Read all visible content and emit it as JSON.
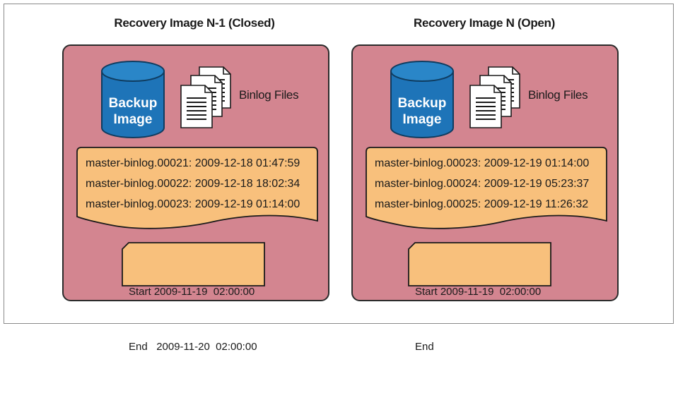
{
  "panels": [
    {
      "title": "Recovery Image N-1 (Closed)",
      "image_label_line1": "Backup",
      "image_label_line2": "Image",
      "binlog_label": "Binlog Files",
      "binlog_entries": [
        "master-binlog.00021: 2009-12-18 01:47:59",
        "master-binlog.00022: 2009-12-18 18:02:34",
        "master-binlog.00023: 2009-12-19 01:14:00"
      ],
      "start_line": "Start 2009-11-19  02:00:00",
      "end_line": "End   2009-11-20  02:00:00"
    },
    {
      "title": "Recovery Image N (Open)",
      "image_label_line1": "Backup",
      "image_label_line2": "Image",
      "binlog_label": "Binlog Files",
      "binlog_entries": [
        "master-binlog.00023: 2009-12-19 01:14:00",
        "master-binlog.00024: 2009-12-19 05:23:37",
        "master-binlog.00025: 2009-12-19 11:26:32"
      ],
      "start_line": "Start 2009-11-19  02:00:00",
      "end_line": "End"
    }
  ],
  "colors": {
    "panel_fill": "#d38590",
    "banner_fill": "#f8c07c",
    "cylinder_fill": "#1e74b8"
  }
}
